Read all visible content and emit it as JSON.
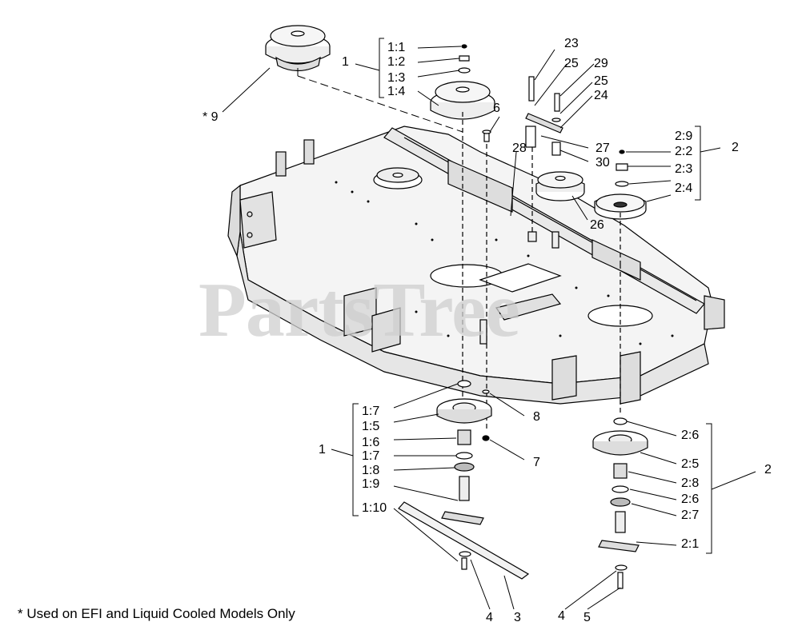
{
  "watermark": "PartsTree",
  "footnote": "* Used on EFI and Liquid Cooled Models Only",
  "callouts": {
    "c9": "* 9",
    "c1_top": "1",
    "c1_1": "1:1",
    "c1_2": "1:2",
    "c1_3": "1:3",
    "c1_4": "1:4",
    "c6": "6",
    "c23": "23",
    "c25a": "25",
    "c29": "29",
    "c25b": "25",
    "c24": "24",
    "c27": "27",
    "c28": "28",
    "c30": "30",
    "c26": "26",
    "c2_top": "2",
    "c2_9": "2:9",
    "c2_2": "2:2",
    "c2_3": "2:3",
    "c2_4": "2:4",
    "c1_bot": "1",
    "c1_7a": "1:7",
    "c1_5": "1:5",
    "c1_6": "1:6",
    "c1_7b": "1:7",
    "c1_8": "1:8",
    "c1_9": "1:9",
    "c1_10": "1:10",
    "c8": "8",
    "c7": "7",
    "c4a": "4",
    "c3": "3",
    "c4b": "4",
    "c5": "5",
    "c2_bot": "2",
    "c2_6a": "2:6",
    "c2_5": "2:5",
    "c2_8": "2:8",
    "c2_6b": "2:6",
    "c2_7": "2:7",
    "c2_1": "2:1"
  }
}
